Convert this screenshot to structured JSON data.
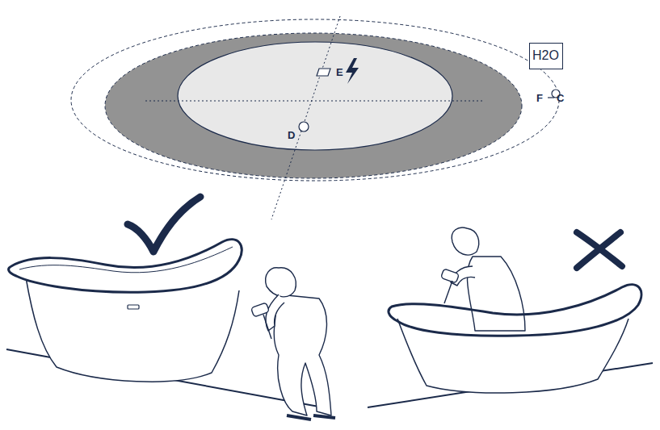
{
  "diagram": {
    "nodes": [
      {
        "text": [
          "H2O"
        ]
      }
    ],
    "labels": [
      "E",
      "D",
      "F",
      "C"
    ]
  }
}
